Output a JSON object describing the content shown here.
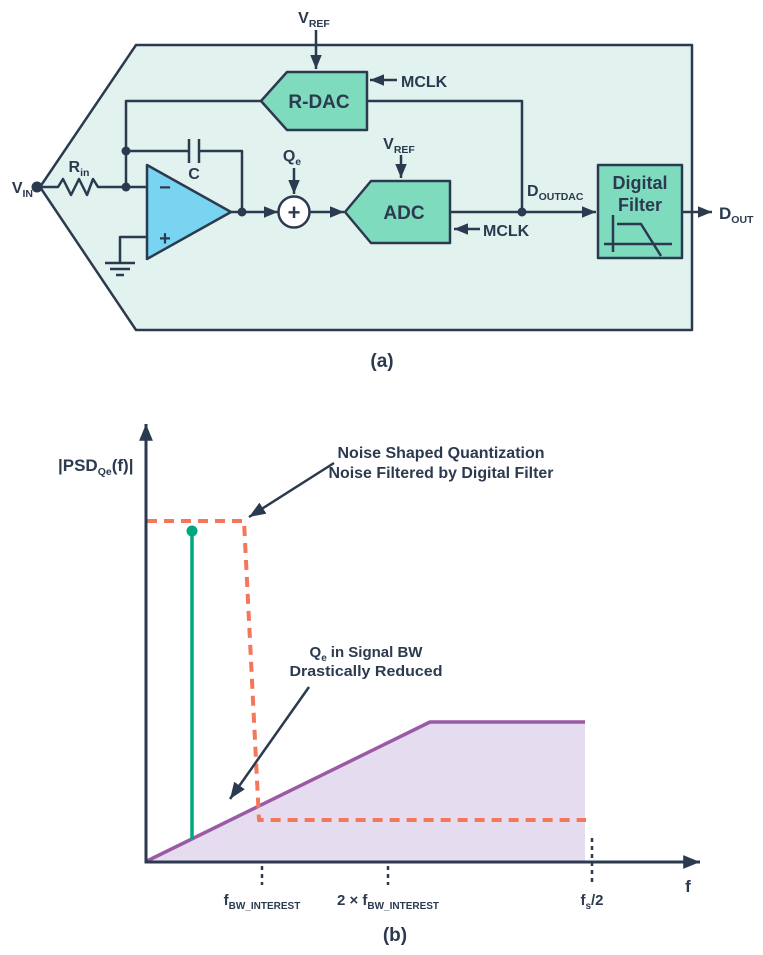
{
  "colors": {
    "navy": "#2C3A4F",
    "mint_bg": "#E2F3EF",
    "block_green": "#7EDBBE",
    "opamp_blue": "#79D4F1",
    "green": "#00A87D",
    "orange": "#F4765B",
    "purple": "#9B5AA6",
    "purple_fill": "#E6DCEF"
  },
  "diagram": {
    "vin": {
      "main": "V",
      "sub": "IN"
    },
    "rin": {
      "main": "R",
      "sub": "in"
    },
    "cap": "C",
    "opamp": {
      "minus": "−",
      "plus": "+"
    },
    "summing": "+",
    "qe": {
      "main": "Q",
      "sub": "e"
    },
    "rdac": {
      "label": "R-DAC",
      "vref": {
        "main": "V",
        "sub": "REF"
      },
      "mclk": "MCLK"
    },
    "adc": {
      "label": "ADC",
      "vref": {
        "main": "V",
        "sub": "REF"
      },
      "mclk": "MCLK"
    },
    "doutdac": {
      "main": "D",
      "sub": "OUTDAC"
    },
    "filter": {
      "line1": "Digital",
      "line2": "Filter"
    },
    "dout": {
      "main": "D",
      "sub": "OUT"
    },
    "caption": "(a)"
  },
  "plot": {
    "ylabel": {
      "pre": "|PSD",
      "sub": "Qe",
      "post": "(f)|"
    },
    "xlabel": "f",
    "ann1": {
      "line1": "Noise Shaped Quantization",
      "line2": "Noise Filtered by Digital Filter"
    },
    "ann2": {
      "pre": "Q",
      "sub": "e",
      "rest": "in Signal BW",
      "line2": "Drastically Reduced"
    },
    "tick1": {
      "pre": "f",
      "sub": "BW_INTEREST"
    },
    "tick2": {
      "pre": "2 × f",
      "sub": "BW_INTEREST"
    },
    "tick3": {
      "pre": "f",
      "sub": "s",
      "post": "/2"
    },
    "caption": "(b)"
  }
}
